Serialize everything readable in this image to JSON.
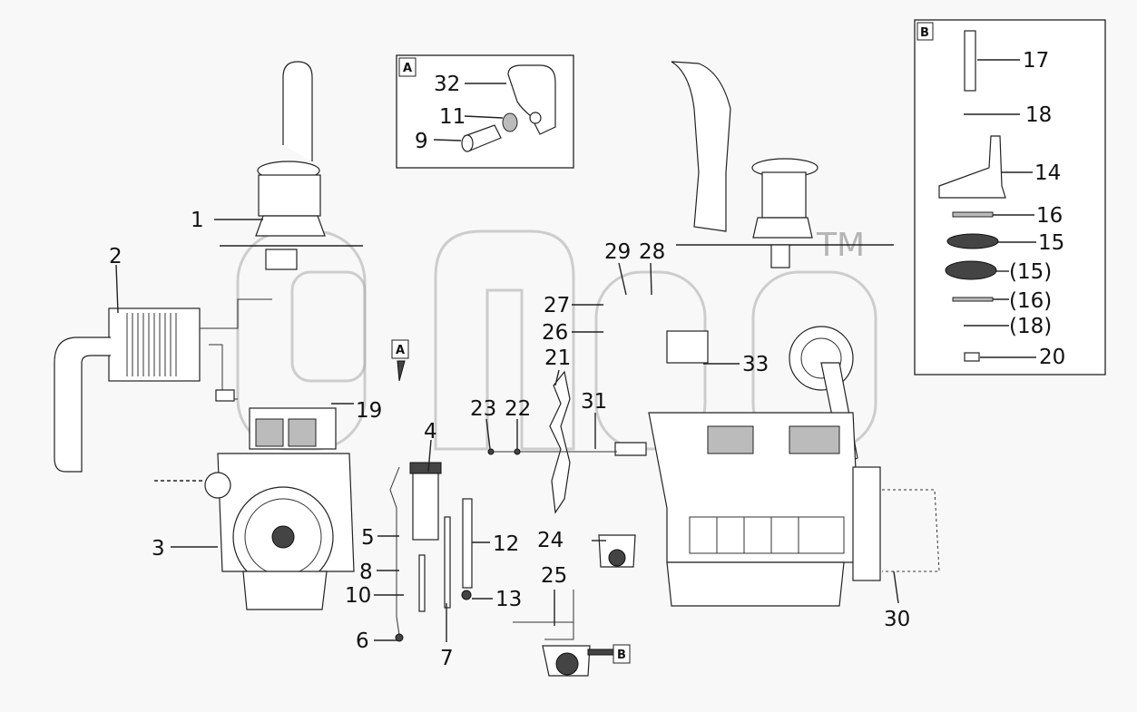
{
  "watermark": {
    "mark": "TM"
  },
  "inset_a": {
    "tag": "A",
    "callouts": [
      "32",
      "11",
      "9"
    ]
  },
  "inset_b": {
    "tag": "B",
    "callouts": [
      "17",
      "18",
      "14",
      "16",
      "15",
      "(15)",
      "(16)",
      "(18)",
      "20"
    ]
  },
  "marker_a": "A",
  "marker_b": "B",
  "callouts": {
    "c1": "1",
    "c2": "2",
    "c3": "3",
    "c4": "4",
    "c5": "5",
    "c6": "6",
    "c7": "7",
    "c8": "8",
    "c10": "10",
    "c12": "12",
    "c13": "13",
    "c19": "19",
    "c21": "21",
    "c22": "22",
    "c23": "23",
    "c24": "24",
    "c25": "25",
    "c26": "26",
    "c27": "27",
    "c28": "28",
    "c29": "29",
    "c30": "30",
    "c31": "31",
    "c33": "33"
  }
}
